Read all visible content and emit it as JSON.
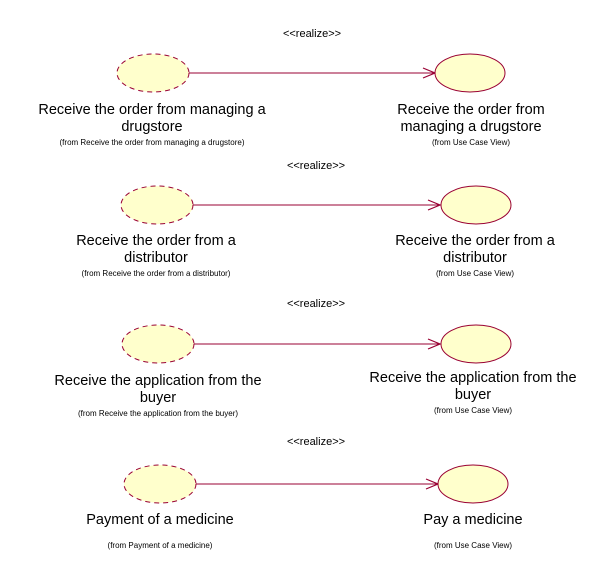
{
  "colors": {
    "ellipse_fill": "#FFFFCC",
    "ellipse_stroke": "#990033",
    "arrow": "#990033",
    "text": "#000000"
  },
  "realizations": [
    {
      "stereotype": "<<realize>>",
      "left": {
        "title": "Receive the order from managing a drugstore",
        "source": "(from Receive the order from managing a drugstore)"
      },
      "right": {
        "title": "Receive the order from managing a drugstore",
        "source": "(from Use Case View)"
      }
    },
    {
      "stereotype": "<<realize>>",
      "left": {
        "title": "Receive the order from a distributor",
        "source": "(from Receive the order from a distributor)"
      },
      "right": {
        "title": "Receive the order from a distributor",
        "source": "(from Use Case View)"
      }
    },
    {
      "stereotype": "<<realize>>",
      "left": {
        "title": "Receive the application from the buyer",
        "source": "(from Receive the application from the buyer)"
      },
      "right": {
        "title": "Receive the application from the buyer",
        "source": "(from Use Case View)"
      }
    },
    {
      "stereotype": "<<realize>>",
      "left": {
        "title": "Payment of a medicine",
        "source": "(from Payment of a medicine)"
      },
      "right": {
        "title": "Pay a medicine",
        "source": "(from Use Case View)"
      }
    }
  ]
}
